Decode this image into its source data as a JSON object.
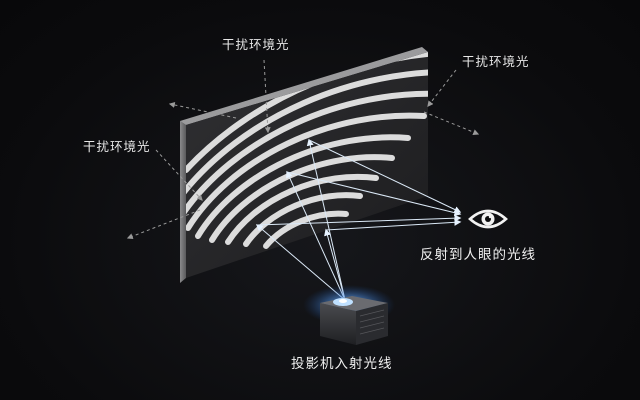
{
  "labels": {
    "ambient_top": "干扰环境光",
    "ambient_right": "干扰环境光",
    "ambient_left": "干扰环境光",
    "reflected_light": "反射到人眼的光线",
    "projector_light": "投影机入射光线"
  },
  "icons": {
    "eye": "eye-icon",
    "projector": "projector-icon"
  },
  "colors": {
    "background": "#0b0b0d",
    "screen_face": "#2a2a2c",
    "arc": "#d9d9d9",
    "ray": "#cfe6ff",
    "ray_tip": "#7fc3ff",
    "ambient_arrow": "#9a9a9a",
    "projector_glow": "#3d8bff"
  }
}
